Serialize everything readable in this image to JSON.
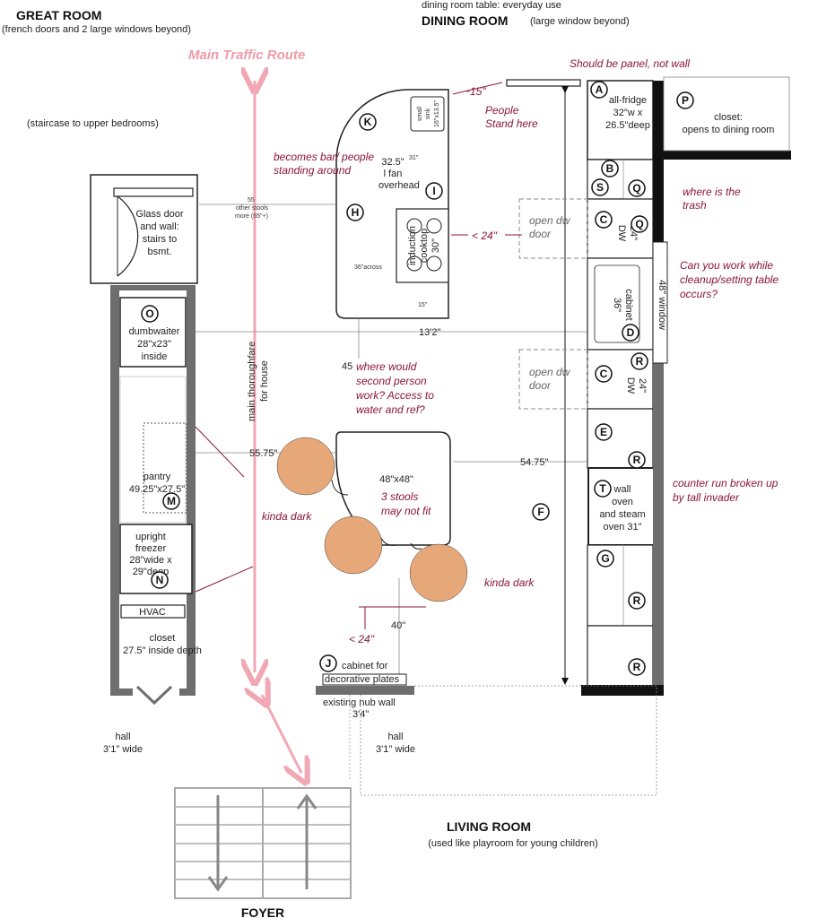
{
  "rooms": {
    "great_room": {
      "title": "GREAT ROOM",
      "note": "(french doors and 2 large windows beyond)"
    },
    "dining_room": {
      "pre": "dining room table: everyday use",
      "title": "DINING ROOM",
      "note": "(large window beyond)"
    },
    "living_room": {
      "title": "LIVING ROOM",
      "note": "(used like playroom for young children)"
    },
    "foyer": {
      "title": "FOYER"
    }
  },
  "labels": {
    "staircase": "(staircase to upper bedrooms)",
    "glass_door": [
      "Glass door",
      "and wall:",
      "stairs to",
      "bsmt."
    ],
    "dumbwaiter": [
      "dumbwaiter",
      "28\"x23\"",
      "inside"
    ],
    "pantry": [
      "pantry",
      "49.25\"x27.5\""
    ],
    "freezer": [
      "upright",
      "freezer",
      "28\"wide x",
      "29\"deep"
    ],
    "hvac": "HVAC",
    "closet_left": [
      "closet",
      "27.5\" inside depth"
    ],
    "hall_left": [
      "hall",
      "3'1\" wide"
    ],
    "hall_right": [
      "hall",
      "3'1\" wide"
    ],
    "main_thoroughfare": [
      "main thoroughfare",
      "for house"
    ],
    "island_fan": [
      "32.5\"",
      "l fan",
      "overhead"
    ],
    "small_sink": [
      "small",
      "sink",
      "16\"x13.5\""
    ],
    "cooktop": [
      "induction",
      "cooktop",
      "30\""
    ],
    "across": "36\"across",
    "other_stools": [
      "55",
      "other stools",
      "more (65\"+)"
    ],
    "dim_31": "31\"",
    "dim_15": "15\"",
    "dim_45": "45",
    "dim_13_2": "13'2\"",
    "dim_55_75": "55.75\"",
    "dim_54_75": "54.75\"",
    "dim_40": "40\"",
    "table": "48\"x48\"",
    "fridge": [
      "all-fridge",
      "32\"w x",
      "26.5\"deep"
    ],
    "closet_right": [
      "closet:",
      "opens to dining room"
    ],
    "open_dw_door": [
      "open dw",
      "door"
    ],
    "dw": [
      "DW",
      "24\""
    ],
    "cabinet_36": [
      "36\"",
      "cabinet"
    ],
    "window_48": "48\" window",
    "wall_oven": [
      "wall",
      "oven",
      "and steam",
      "oven 31\""
    ],
    "cabinet_plates": [
      "cabinet for",
      "decorative plates"
    ],
    "nub_wall": [
      "existing nub wall",
      "3'4\""
    ]
  },
  "annotations": {
    "main_traffic": "Main Traffic Route",
    "panel_not_wall": "Should be panel, not wall",
    "approx_15": "~15\"",
    "people_stand": [
      "People",
      "Stand here"
    ],
    "becomes_bar": [
      "becomes bar/ people",
      "standing around"
    ],
    "lt_24_a": "< 24\"",
    "lt_24_b": "< 24\"",
    "where_trash": [
      "where is the",
      "trash"
    ],
    "work_cleanup": [
      "Can you work while",
      "cleanup/setting table",
      "occurs?"
    ],
    "second_person": [
      "where would",
      "second person",
      "work?  Access to",
      "water and ref?"
    ],
    "stools_fit": [
      "3 stools",
      "may not fit"
    ],
    "kinda_dark_1": "kinda dark",
    "kinda_dark_2": "kinda dark",
    "counter_run": [
      "counter run broken up",
      "by tall invader"
    ]
  },
  "markers": {
    "A": "A",
    "B": "B",
    "C": "C",
    "D": "D",
    "E": "E",
    "F": "F",
    "G": "G",
    "H": "H",
    "I": "I",
    "J": "J",
    "K": "K",
    "M": "M",
    "N": "N",
    "O": "O",
    "P": "P",
    "Q": "Q",
    "R": "R",
    "S": "S",
    "T": "T"
  },
  "colors": {
    "stool": "#e6a878",
    "annotation": "#8b1538",
    "traffic_arrow": "#f2a7b4",
    "wall_gray": "#6e6e6e"
  }
}
